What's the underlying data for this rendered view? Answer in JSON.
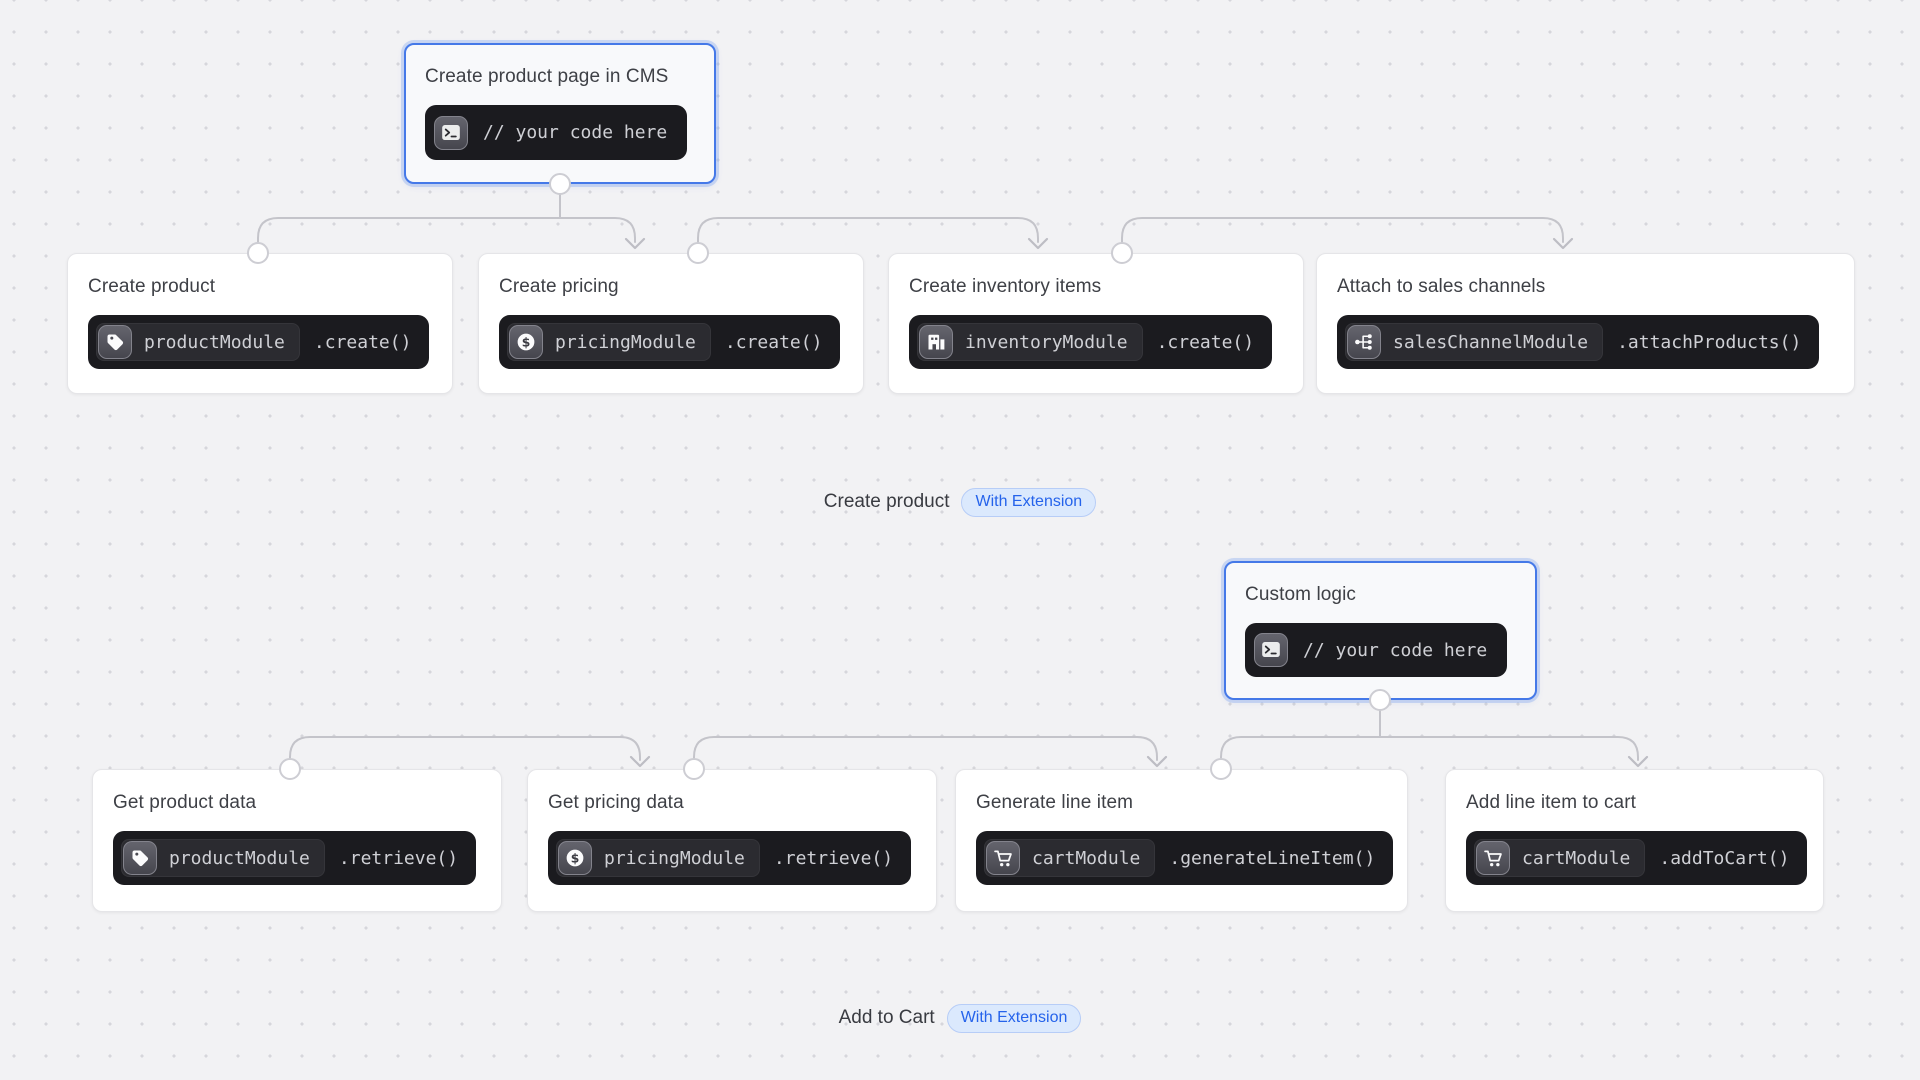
{
  "colors": {
    "canvas_bg": "#f2f2f4",
    "dot_grid": "#d6d6db",
    "accent_blue_border": "#4579e8",
    "code_badge_bg": "#1b1b1f",
    "module_chip_bg": "#2b2b30",
    "extension_badge_bg": "#dbe9fd",
    "extension_badge_text": "#2563eb",
    "wire_gray": "#c4c4ca"
  },
  "diagrams": [
    {
      "caption": {
        "text": "Create product",
        "badge": "With Extension"
      },
      "trigger": {
        "title": "Create product page in CMS",
        "code": "// your code here",
        "icon": "terminal-icon"
      },
      "steps": [
        {
          "title": "Create product",
          "module": "productModule",
          "method": ".create()",
          "icon": "tag-icon"
        },
        {
          "title": "Create pricing",
          "module": "pricingModule",
          "method": ".create()",
          "icon": "dollar-icon"
        },
        {
          "title": "Create inventory items",
          "module": "inventoryModule",
          "method": ".create()",
          "icon": "building-icon"
        },
        {
          "title": "Attach to sales channels",
          "module": "salesChannelModule",
          "method": ".attachProducts()",
          "icon": "network-icon"
        }
      ]
    },
    {
      "caption": {
        "text": "Add to Cart",
        "badge": "With Extension"
      },
      "trigger": {
        "title": "Custom logic",
        "code": "// your code here",
        "icon": "terminal-icon"
      },
      "steps": [
        {
          "title": "Get product data",
          "module": "productModule",
          "method": ".retrieve()",
          "icon": "tag-icon"
        },
        {
          "title": "Get pricing data",
          "module": "pricingModule",
          "method": ".retrieve()",
          "icon": "dollar-icon"
        },
        {
          "title": "Generate line item",
          "module": "cartModule",
          "method": ".generateLineItem()",
          "icon": "cart-icon"
        },
        {
          "title": "Add line item to cart",
          "module": "cartModule",
          "method": ".addToCart()",
          "icon": "cart-icon"
        }
      ]
    }
  ]
}
